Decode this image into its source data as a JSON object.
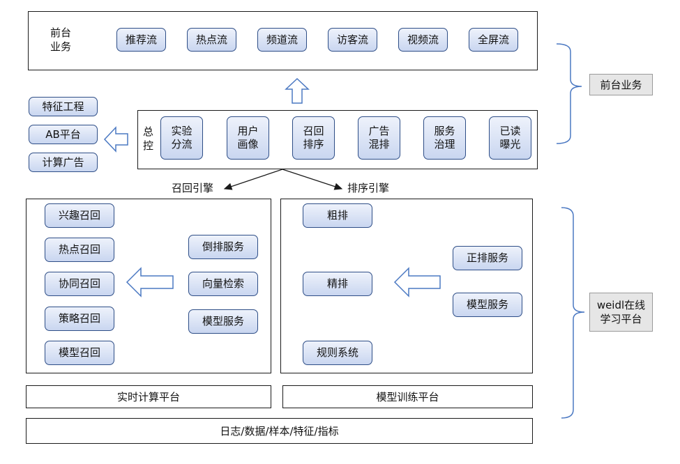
{
  "frontend": {
    "label": "前台\n业务",
    "streams": [
      "推荐流",
      "热点流",
      "频道流",
      "访客流",
      "视频流",
      "全屏流"
    ]
  },
  "side_left": [
    "特征工程",
    "AB平台",
    "计算广告"
  ],
  "control": {
    "label": "总\n控",
    "modules": [
      "实验\n分流",
      "用户\n画像",
      "召回\n排序",
      "广告\n混排",
      "服务\n治理",
      "已读\n曝光"
    ]
  },
  "engines": {
    "recall": "召回引擎",
    "rank": "排序引擎"
  },
  "recall": {
    "left": [
      "兴趣召回",
      "热点召回",
      "协同召回",
      "策略召回",
      "模型召回"
    ],
    "right": [
      "倒排服务",
      "向量检索",
      "模型服务"
    ]
  },
  "rank": {
    "left": [
      "粗排",
      "精排",
      "规则系统"
    ],
    "right": [
      "正排服务",
      "模型服务"
    ]
  },
  "platforms": {
    "realtime": "实时计算平台",
    "training": "模型训练平台"
  },
  "base": "日志/数据/样本/特征/指标",
  "braces": {
    "top": "前台业务",
    "bottom": "weidl在线\n学习平台"
  },
  "colors": {
    "box_border": "#2d4d86",
    "box_fill": "#c9d6f0",
    "arrow": "#4a78c2",
    "line": "#1a1a1a",
    "gray": "#e6e6e6"
  }
}
